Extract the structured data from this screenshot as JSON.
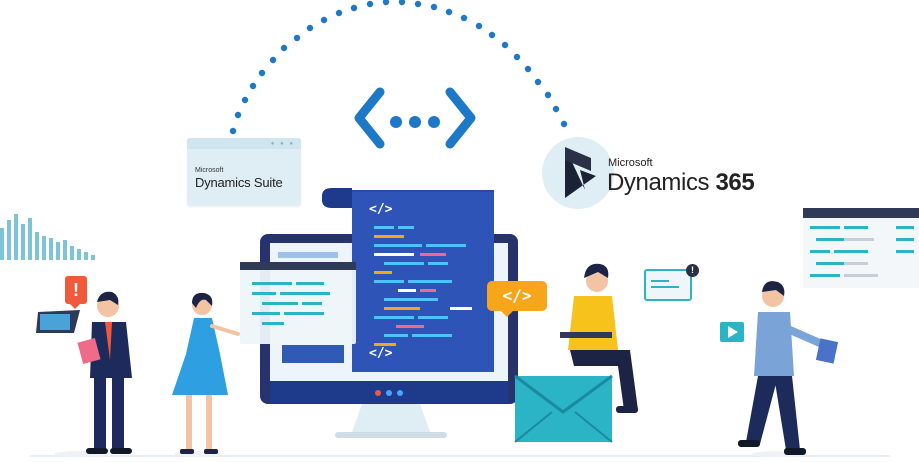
{
  "dynamics_suite": {
    "brand": "Microsoft",
    "product": "Dynamics Suite"
  },
  "dynamics_365": {
    "brand": "Microsoft",
    "product": "Dynamics",
    "version": "365"
  },
  "code_tags": {
    "orange_tag": "</>",
    "scroll_top": "</>",
    "scroll_bottom": "</>"
  },
  "alerts": {
    "main": "!",
    "small": "!"
  },
  "colors": {
    "primary_blue": "#1e78c8",
    "navy": "#26336d",
    "orange": "#f7a51b",
    "teal": "#2bb3c6",
    "light_blue": "#dfeef5",
    "red_alert": "#f05a3a"
  },
  "icons": [
    "code-brackets-icon",
    "dynamics-365-logo-icon",
    "play-icon",
    "envelope-icon",
    "exclamation-icon"
  ]
}
